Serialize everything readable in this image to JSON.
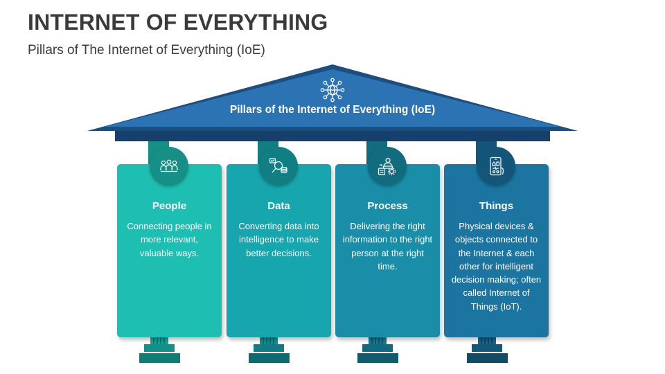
{
  "header": {
    "title": "INTERNET OF EVERYTHING",
    "subtitle": "Pillars of The Internet of Everything (IoE)"
  },
  "roof": {
    "title": "Pillars of the Internet of Everything (IoE)",
    "icon": "network-globe-icon"
  },
  "pillars": [
    {
      "label": "People",
      "description": "Connecting people in more relevant, valuable ways.",
      "icon": "people-group-icon",
      "color": "#1ebfb2"
    },
    {
      "label": "Data",
      "description": "Converting data into intelligence to make better decisions.",
      "icon": "data-analysis-icon",
      "color": "#17a6ad"
    },
    {
      "label": "Process",
      "description": "Delivering the right information to the right person at the right time.",
      "icon": "process-gear-icon",
      "color": "#1a8ea8"
    },
    {
      "label": "Things",
      "description": "Physical devices & objects connected to the Internet & each other for intelligent decision making; often called Internet of Things (IoT).",
      "icon": "smart-device-icon",
      "color": "#1c75a0"
    }
  ],
  "colors": {
    "roof_light": "#2c73b4",
    "roof_dark": "#1d4e80",
    "beam": "#163f6b"
  }
}
